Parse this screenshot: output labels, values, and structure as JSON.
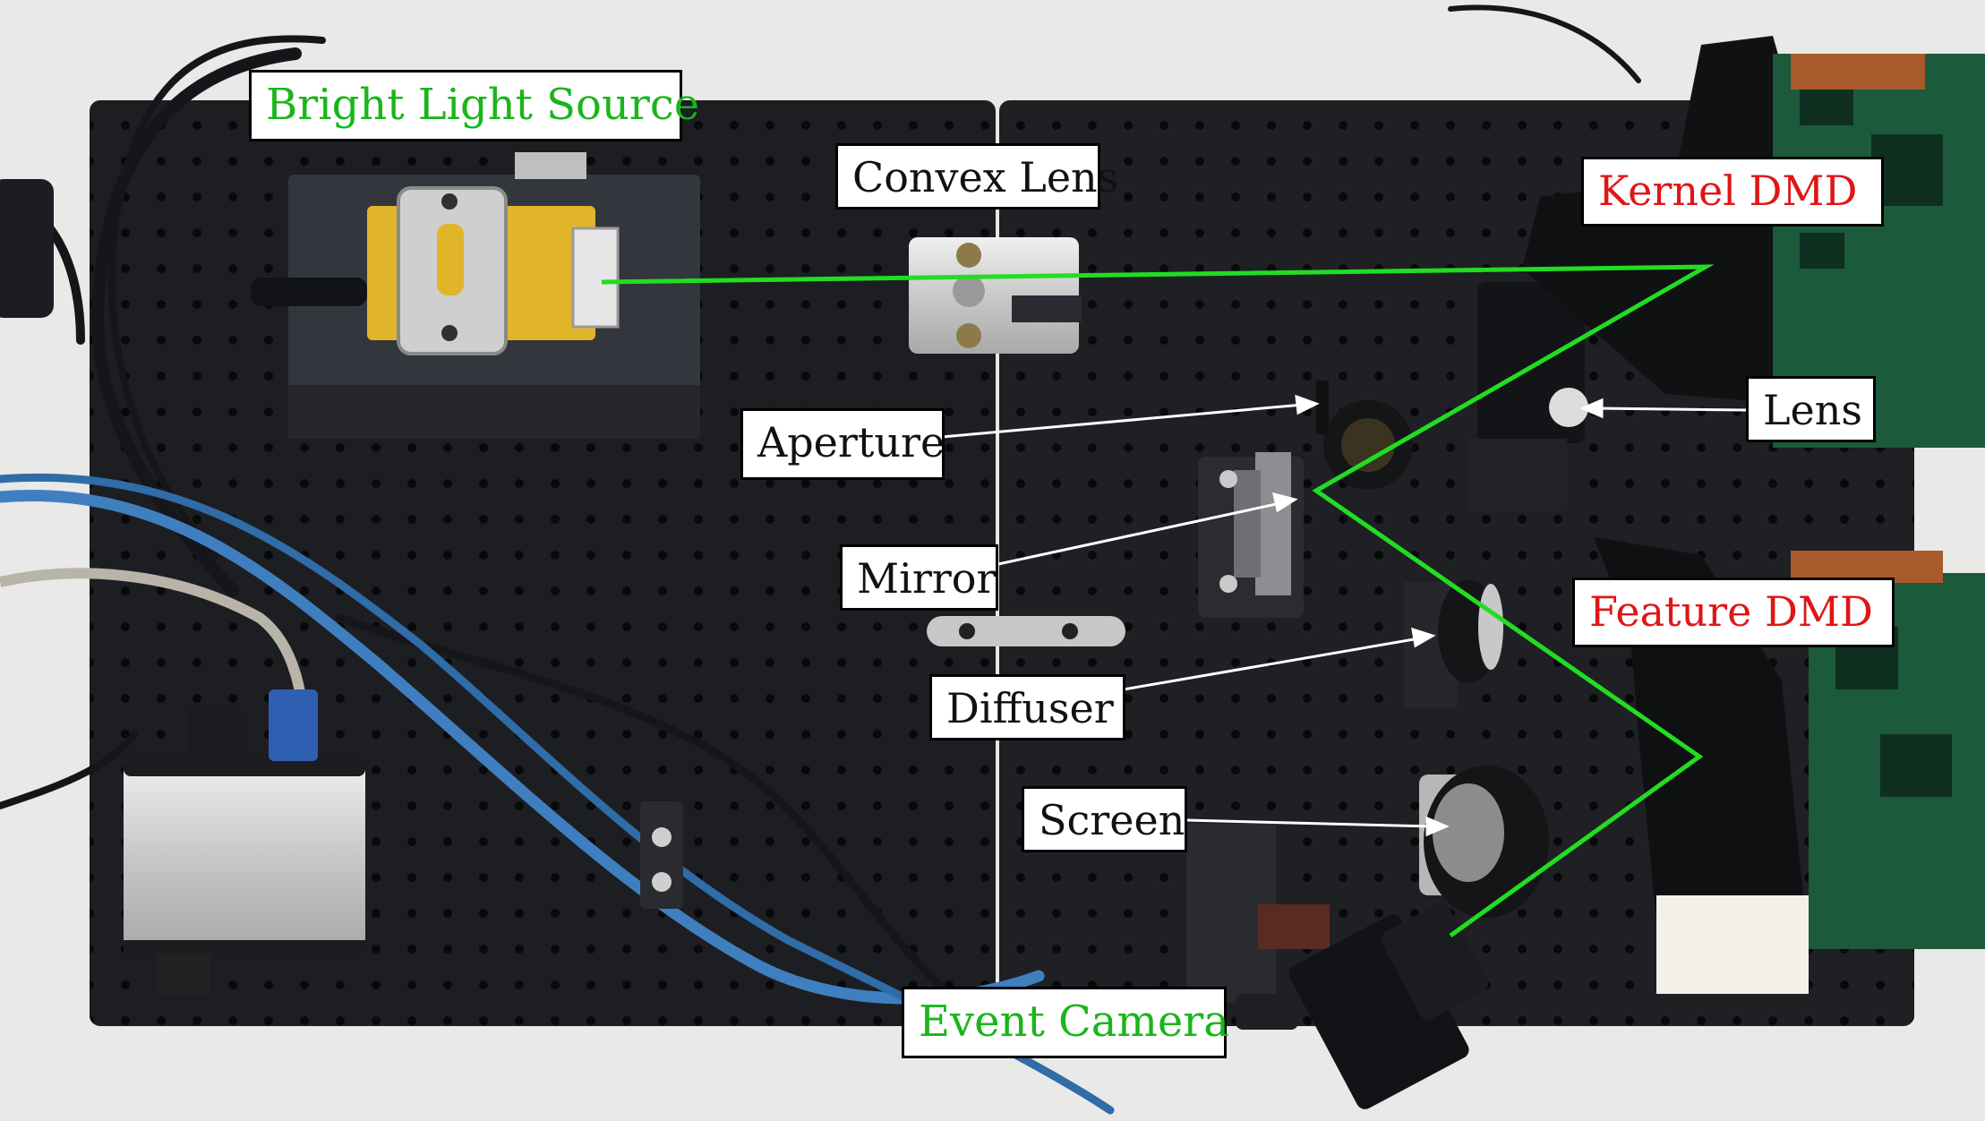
{
  "labels": {
    "bright_light_source": "Bright Light Source",
    "convex_lens": "Convex Lens",
    "kernel_dmd": "Kernel DMD",
    "lens": "Lens",
    "aperture": "Aperture",
    "mirror": "Mirror",
    "feature_dmd": "Feature DMD",
    "diffuser": "Diffuser",
    "screen": "Screen",
    "event_camera": "Event Camera"
  },
  "colors": {
    "beam": "#22dd22",
    "green_text": "#1ab51a",
    "red_text": "#e01515",
    "black_text": "#111111",
    "breadboard": "#1d1e22",
    "background": "#e9e9e7",
    "cable_blue": "#3f7fc0"
  }
}
